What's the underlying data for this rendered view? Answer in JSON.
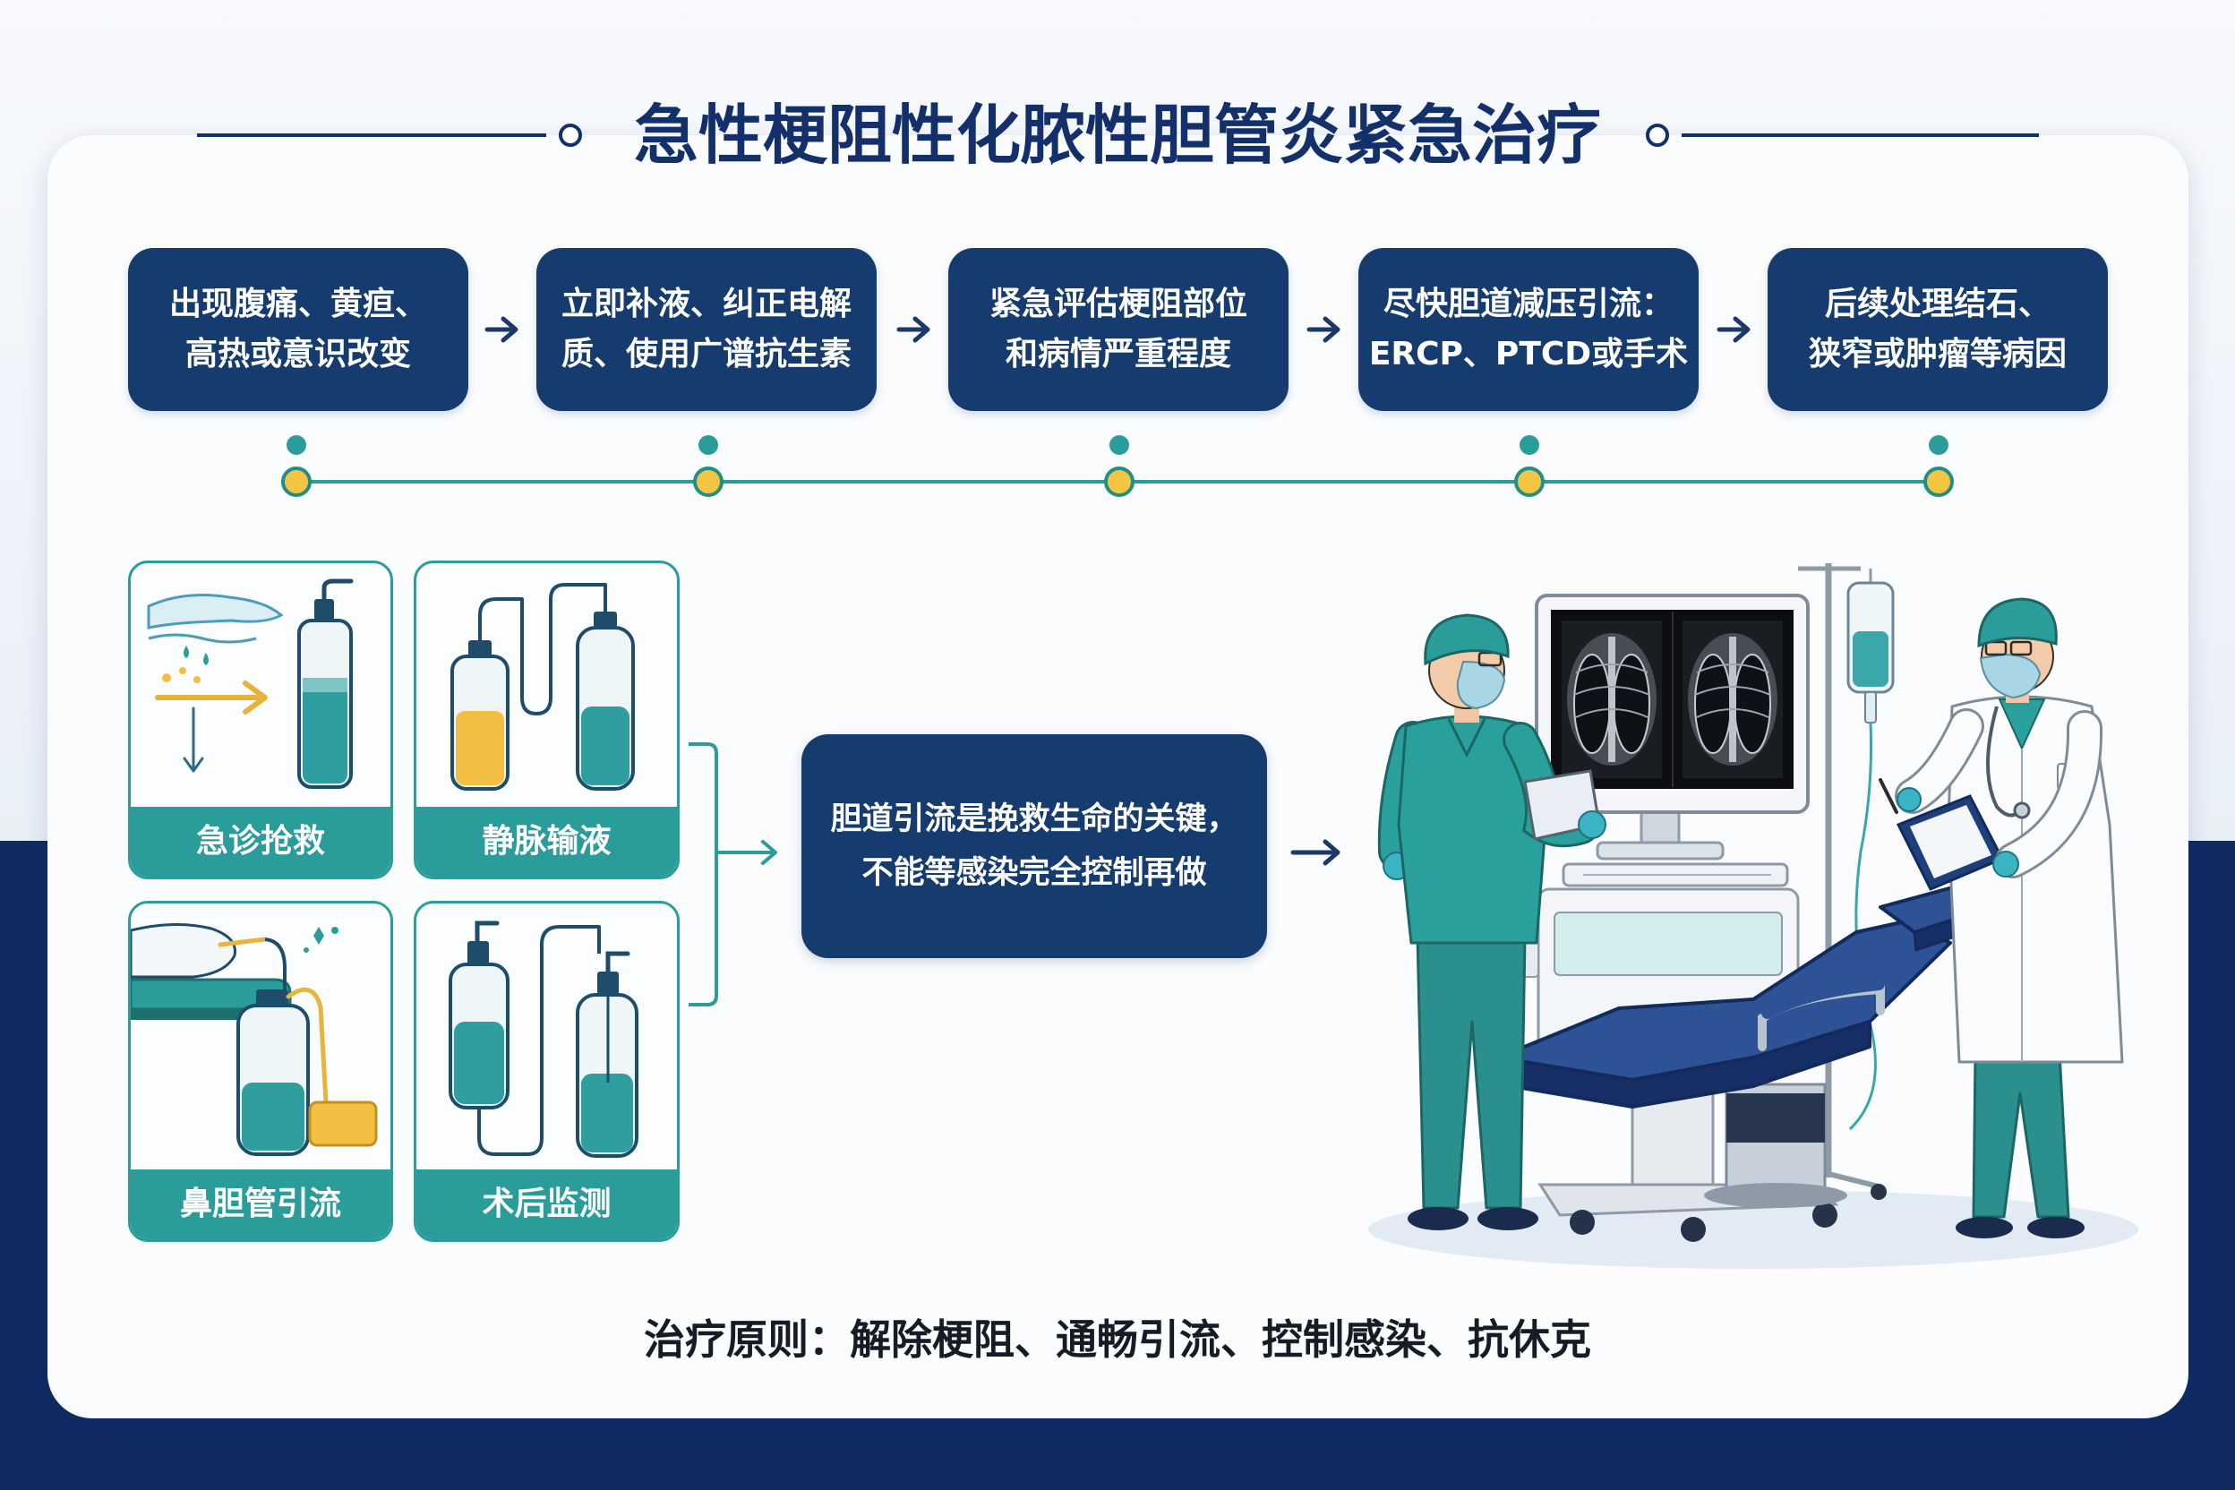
{
  "title": "急性梗阻性化脓性胆管炎紧急治疗",
  "steps": [
    {
      "line1": "出现腹痛、黄疸、",
      "line2": "高热或意识改变"
    },
    {
      "line1": "立即补液、纠正电解",
      "line2": "质、使用广谱抗生素"
    },
    {
      "line1": "紧急评估梗阻部位",
      "line2": "和病情严重程度"
    },
    {
      "line1": "尽快胆道减压引流：",
      "line2": "ERCP、PTCD或手术"
    },
    {
      "line1": "后续处理结石、",
      "line2": "狭窄或肿瘤等病因"
    }
  ],
  "cards": [
    {
      "label": "急诊抢救",
      "icon": "emergency-rescue-illustration"
    },
    {
      "label": "静脉输液",
      "icon": "iv-infusion-illustration"
    },
    {
      "label": "鼻胆管引流",
      "icon": "nasobiliary-drainage-illustration"
    },
    {
      "label": "术后监测",
      "icon": "postoperative-monitoring-illustration"
    }
  ],
  "key_message": {
    "line1": "胆道引流是挽救生命的关键，",
    "line2": "不能等感染完全控制再做"
  },
  "principle": "治疗原则：解除梗阻、通畅引流、控制感染、抗休克",
  "illustration": "treatment-room-illustration",
  "colors": {
    "navy": "#163b6e",
    "teal": "#2a9d9a",
    "yellow": "#f4c443",
    "background": "#eef3f9",
    "band": "#0f2b62"
  }
}
